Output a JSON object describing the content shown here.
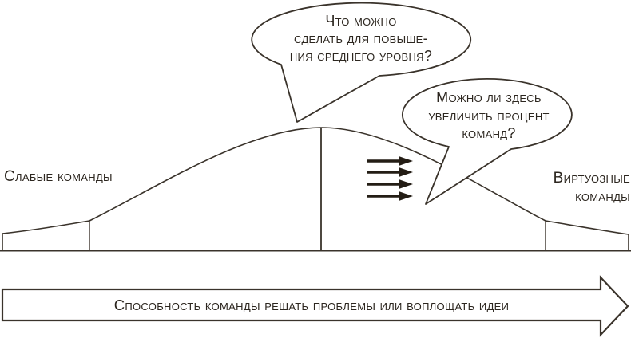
{
  "colors": {
    "line": "#3a332b",
    "text": "#2c261f",
    "arrow_dark": "#241d15",
    "background": "#ffffff"
  },
  "speech_bubbles": {
    "top": {
      "lines": [
        "Что можно",
        "сделать для повыше-",
        "ния среднего уровня?"
      ]
    },
    "right": {
      "lines": [
        "Можно ли здесь",
        "увеличить процент",
        "команд?"
      ]
    }
  },
  "curve_labels": {
    "left": "Слабые команды",
    "right_lines": [
      "Виртуозные",
      "команды"
    ]
  },
  "momentum_arrows": {
    "count": 4,
    "direction": "right"
  },
  "axis_arrow": {
    "label": "Способность команды решать проблемы или воплощать идеи"
  }
}
